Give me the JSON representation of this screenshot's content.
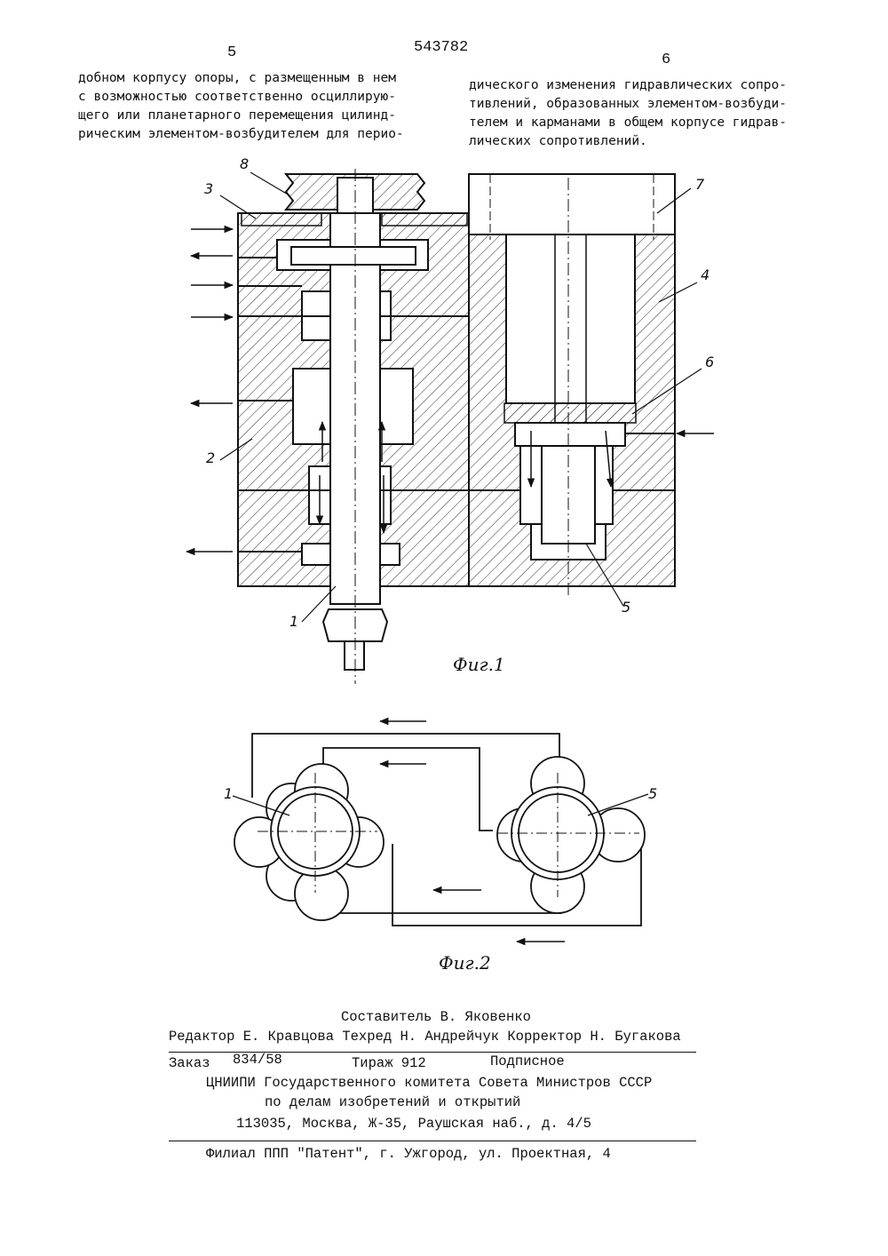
{
  "header": {
    "left_page": "5",
    "patent_number": "543782",
    "right_page": "6"
  },
  "text_left": [
    "добном корпусу опоры, с размещенным в нем",
    "с возможностью соответственно осциллирую-",
    "щего или планетарного перемещения цилинд-",
    "рическим элементом-возбудителем для перио-"
  ],
  "text_right": [
    "дического изменения гидравлических сопро-",
    "тивлений, образованных элементом-возбуди-",
    "телем и карманами в общем корпусе гидрав-",
    "лических сопротивлений."
  ],
  "fig1": {
    "caption": "Фиг.1",
    "labels": {
      "l8": "8",
      "l3": "3",
      "l7": "7",
      "l4": "4",
      "l6": "6",
      "l2": "2",
      "l1": "1",
      "l5": "5"
    }
  },
  "fig2": {
    "caption": "Фиг.2",
    "labels": {
      "l1": "1",
      "l5": "5"
    }
  },
  "footer": {
    "compiler": "Составитель В. Яковенко",
    "staff": "Редактор Е. Кравцова Техред Н. Андрейчук Корректор Н. Бугакова",
    "order_label": "Заказ",
    "order_value": "834/58",
    "circulation": "Тираж 912",
    "subscription": "Подписное",
    "org1": "ЦНИИПИ Государственного комитета Совета Министров СССР",
    "org2": "по делам изобретений и открытий",
    "address": "113035, Москва, Ж-35, Раушская наб., д. 4/5",
    "branch": "Филиал ППП \"Патент\", г. Ужгород, ул. Проектная, 4"
  }
}
